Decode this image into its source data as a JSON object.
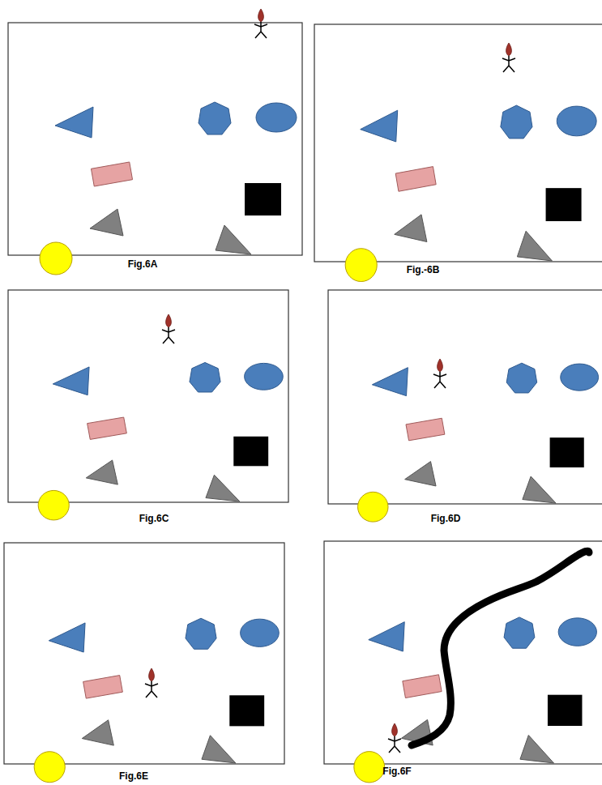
{
  "diagram": {
    "labels": [
      "Fig.6A",
      "Fig.-6B",
      "Fig.6C",
      "Fig.6D",
      "Fig.6E",
      "Fig.6F"
    ]
  }
}
